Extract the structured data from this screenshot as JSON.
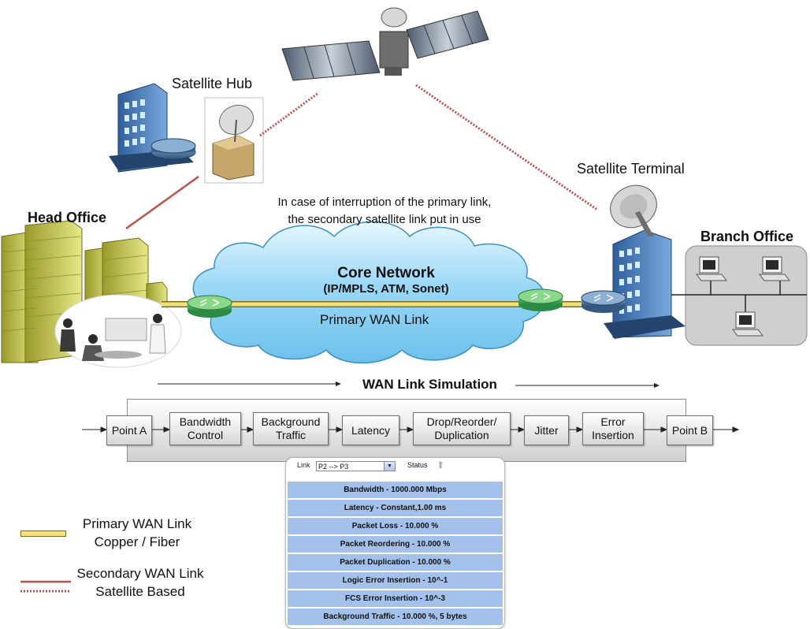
{
  "sites": {
    "satellite_hub": "Satellite Hub",
    "satellite_terminal": "Satellite Terminal",
    "head_office": "Head Office",
    "branch_office": "Branch Office"
  },
  "note": {
    "line1": "In case of interruption of the primary link,",
    "line2": "the secondary satellite link put in use"
  },
  "core": {
    "title": "Core Network",
    "subtitle": "(IP/MPLS, ATM, Sonet)",
    "link_label": "Primary WAN Link"
  },
  "simulation": {
    "title": "WAN Link Simulation",
    "start": "Point A",
    "end": "Point B",
    "stages": [
      "Bandwidth\nControl",
      "Background\nTraffic",
      "Latency",
      "Drop/Reorder/\nDuplication",
      "Jitter",
      "Error\nInsertion"
    ]
  },
  "panel": {
    "link_label": "Link",
    "link_value": "P2 --> P3",
    "status_label": "Status",
    "status_icon": "up-arrow-icon",
    "metrics": [
      "Bandwidth - 1000.000 Mbps",
      "Latency - Constant,1.00 ms",
      "Packet Loss - 10.000 %",
      "Packet Reordering - 10.000 %",
      "Packet Duplication - 10.000 %",
      "Logic Error Insertion - 10^-1",
      "FCS Error Insertion - 10^-3",
      "Background Traffic - 10.000 %, 5 bytes"
    ]
  },
  "legend": {
    "primary_line1": "Primary WAN Link",
    "primary_line2": "Copper / Fiber",
    "secondary_line1": "Secondary WAN Link",
    "secondary_line2": "Satellite Based"
  },
  "colors": {
    "primary_link": "#f4e07a",
    "secondary_link": "#c0504d",
    "cloud": "#8fd0f2",
    "router": "#3fae5a",
    "metric_row": "#a4c1ec"
  }
}
